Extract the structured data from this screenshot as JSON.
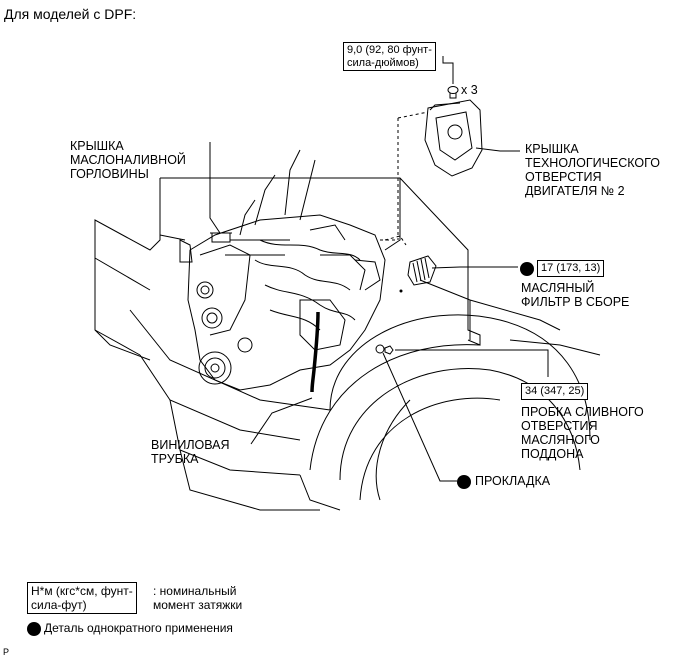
{
  "header": {
    "title": "Для моделей с DPF:"
  },
  "callouts": {
    "torque_top": "9,0 (92, 80 фунт-\nсила-дюймов)",
    "times3": "x 3",
    "cover2": "КРЫШКА\nТЕХНОЛОГИЧЕСКОГО\nОТВЕРСТИЯ\nДВИГАТЕЛЯ № 2",
    "oil_filler_cap": "КРЫШКА\nМАСЛОНАЛИВНОЙ\nГОРЛОВИНЫ",
    "torque_filter": "17 (173, 13)",
    "oil_filter": "МАСЛЯНЫЙ\nФИЛЬТР В СБОРЕ",
    "torque_drain": "34 (347, 25)",
    "drain_plug": "ПРОБКА СЛИВНОГО\nОТВЕРСТИЯ\nМАСЛЯНОГО\nПОДДОНА",
    "vinyl_tube": "ВИНИЛОВАЯ\nТРУБКА",
    "gasket": "ПРОКЛАДКА"
  },
  "legend": {
    "unit_box": "Н*м (кгс*см, фунт-\nсила-фут)",
    "unit_desc": ": номинальный\nмомент затяжки",
    "single_use": "Деталь однократного применения"
  },
  "footer": {
    "code": "P"
  },
  "colors": {
    "line": "#000000",
    "background": "#ffffff"
  }
}
